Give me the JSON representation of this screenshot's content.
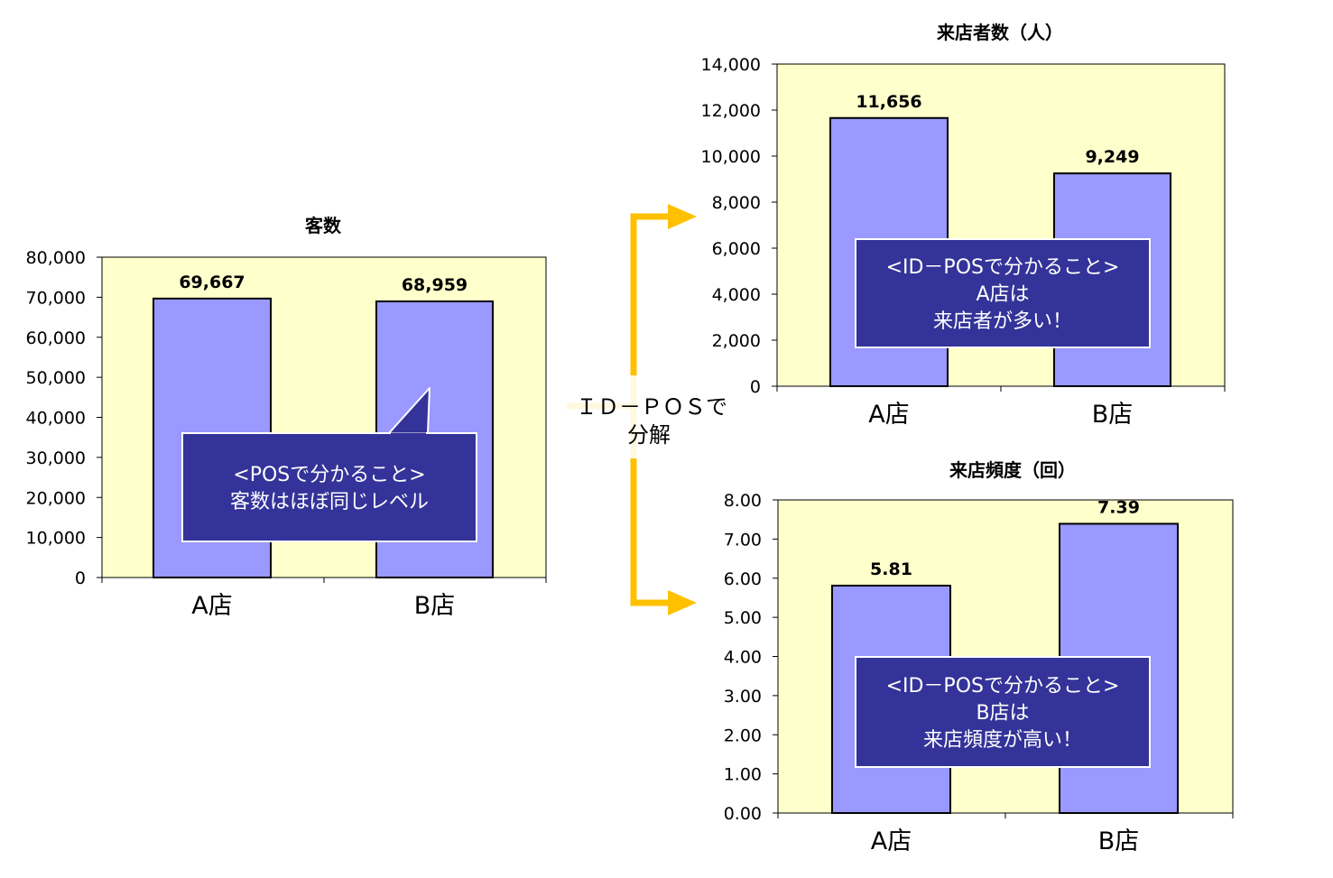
{
  "connector": {
    "line1": "ＩＤ－ＰＯＳで",
    "line2": "分解",
    "color": "#FFC000"
  },
  "colors": {
    "plot_bg": "#FFFFCC",
    "bar_fill": "#9999FF",
    "bar_stroke": "#000000",
    "callout_fill": "#333399",
    "callout_stroke": "#FFFFFF"
  },
  "charts": [
    {
      "id": "kyakusu",
      "callout": {
        "lines": [
          "<POSで分かること>",
          "客数はほぼ同じレベル"
        ],
        "pointer": true
      }
    },
    {
      "id": "raitensha",
      "callout": {
        "lines": [
          "<ID－POSで分かること>",
          "A店は",
          "来店者が多い！"
        ],
        "pointer": false
      }
    },
    {
      "id": "hindo",
      "callout": {
        "lines": [
          "<ID－POSで分かること>",
          "B店は",
          "来店頻度が高い！"
        ],
        "pointer": false
      }
    }
  ],
  "chart_data": [
    {
      "type": "bar",
      "title": "客数",
      "categories": [
        "A店",
        "B店"
      ],
      "values": [
        69667,
        68959
      ],
      "value_labels": [
        "69,667",
        "68,959"
      ],
      "ylim": [
        0,
        80000
      ],
      "yticks": [
        0,
        10000,
        20000,
        30000,
        40000,
        50000,
        60000,
        70000,
        80000
      ],
      "ytick_labels": [
        "0",
        "10,000",
        "20,000",
        "30,000",
        "40,000",
        "50,000",
        "60,000",
        "70,000",
        "80,000"
      ],
      "grid": false
    },
    {
      "type": "bar",
      "title": "来店者数（人）",
      "categories": [
        "A店",
        "B店"
      ],
      "values": [
        11656,
        9249
      ],
      "value_labels": [
        "11,656",
        "9,249"
      ],
      "ylim": [
        0,
        14000
      ],
      "yticks": [
        0,
        2000,
        4000,
        6000,
        8000,
        10000,
        12000,
        14000
      ],
      "ytick_labels": [
        "0",
        "2,000",
        "4,000",
        "6,000",
        "8,000",
        "10,000",
        "12,000",
        "14,000"
      ],
      "grid": false
    },
    {
      "type": "bar",
      "title": "来店頻度（回）",
      "categories": [
        "A店",
        "B店"
      ],
      "values": [
        5.81,
        7.39
      ],
      "value_labels": [
        "5.81",
        "7.39"
      ],
      "ylim": [
        0,
        8
      ],
      "yticks": [
        0,
        1,
        2,
        3,
        4,
        5,
        6,
        7,
        8
      ],
      "ytick_labels": [
        "0.00",
        "1.00",
        "2.00",
        "3.00",
        "4.00",
        "5.00",
        "6.00",
        "7.00",
        "8.00"
      ],
      "grid": false
    }
  ]
}
